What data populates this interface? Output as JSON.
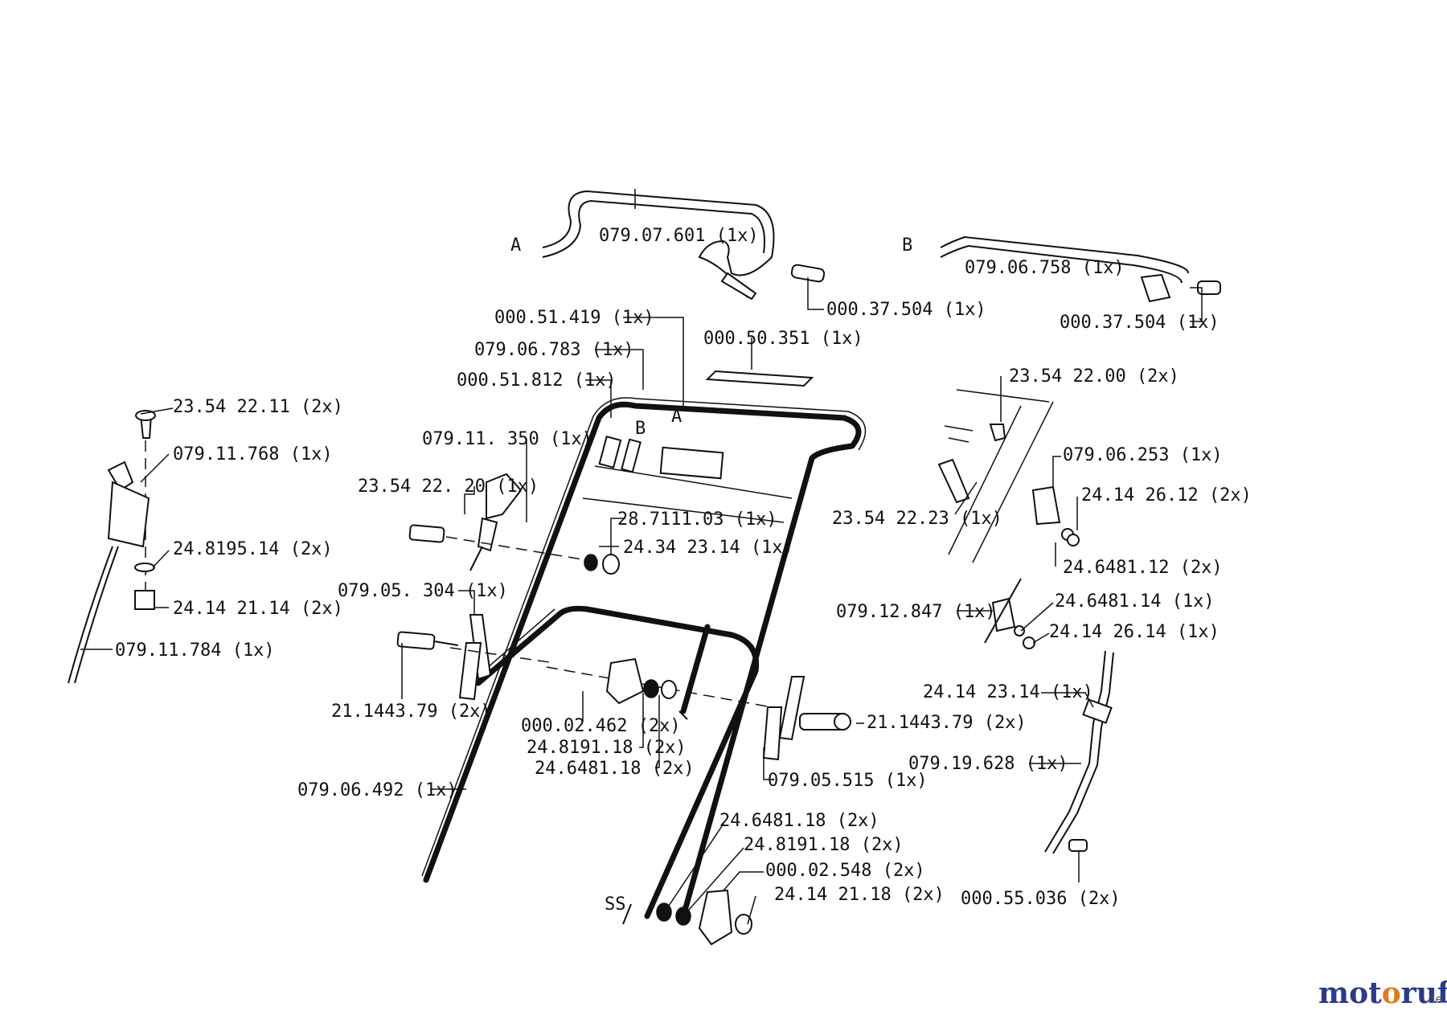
{
  "labels": [
    "079.07.601 (1x)",
    "000.37.504 (1x)",
    "079.06.758 (1x)",
    "000.37.504  (1x)",
    "000.51.419 (1x)",
    "000.50.351 (1x)",
    "079.06.783 (1x)",
    "000.51.812  (1x)",
    "079.11. 350  (1x)",
    "23.54 22. 20  (1x)",
    "28.7111.03  (1x)",
    "24.34 23.14  (1x)",
    "23.54 22.11  (2x)",
    "079.11.768   (1x)",
    "24.8195.14  (2x)",
    "24.14 21.14  (2x)",
    "079.11.784  (1x)",
    "079.05. 304   (1x)",
    "21.1443.79  (2x)",
    "000.02.462  (2x)",
    "24.8191.18  (2x)",
    "24.6481.18  (2x)",
    "079.06.492  (1x)",
    "21.1443.79  (2x)",
    "079.05.515 (1x)",
    "24.6481.18  (2x)",
    "24.8191.18  (2x)",
    "000.02.548  (2x)",
    "24.14 21.18  (2x)",
    "23.54 22.00  (2x)",
    "079.06.253 (1x)",
    "24.14 26.12 (2x)",
    "23.54 22.23 (1x)",
    "24.6481.12  (2x)",
    "079.12.847  (1x)",
    "24.6481.14   (1x)",
    "24.14 26.14   (1x)",
    "24.14 23.14  (1x)",
    "079.19.628  (1x)",
    "000.55.036  (2x)"
  ],
  "markers": {
    "a_left": "A",
    "b_left": "B",
    "b_handle": "B",
    "a_handle": "A",
    "ss": "SS"
  },
  "watermark": {
    "brand": "motoruf",
    "tld": ".de"
  },
  "colors": {
    "ink": "#111111",
    "brand_blue": "#2a3a8c",
    "brand_orange": "#e07a1f"
  }
}
